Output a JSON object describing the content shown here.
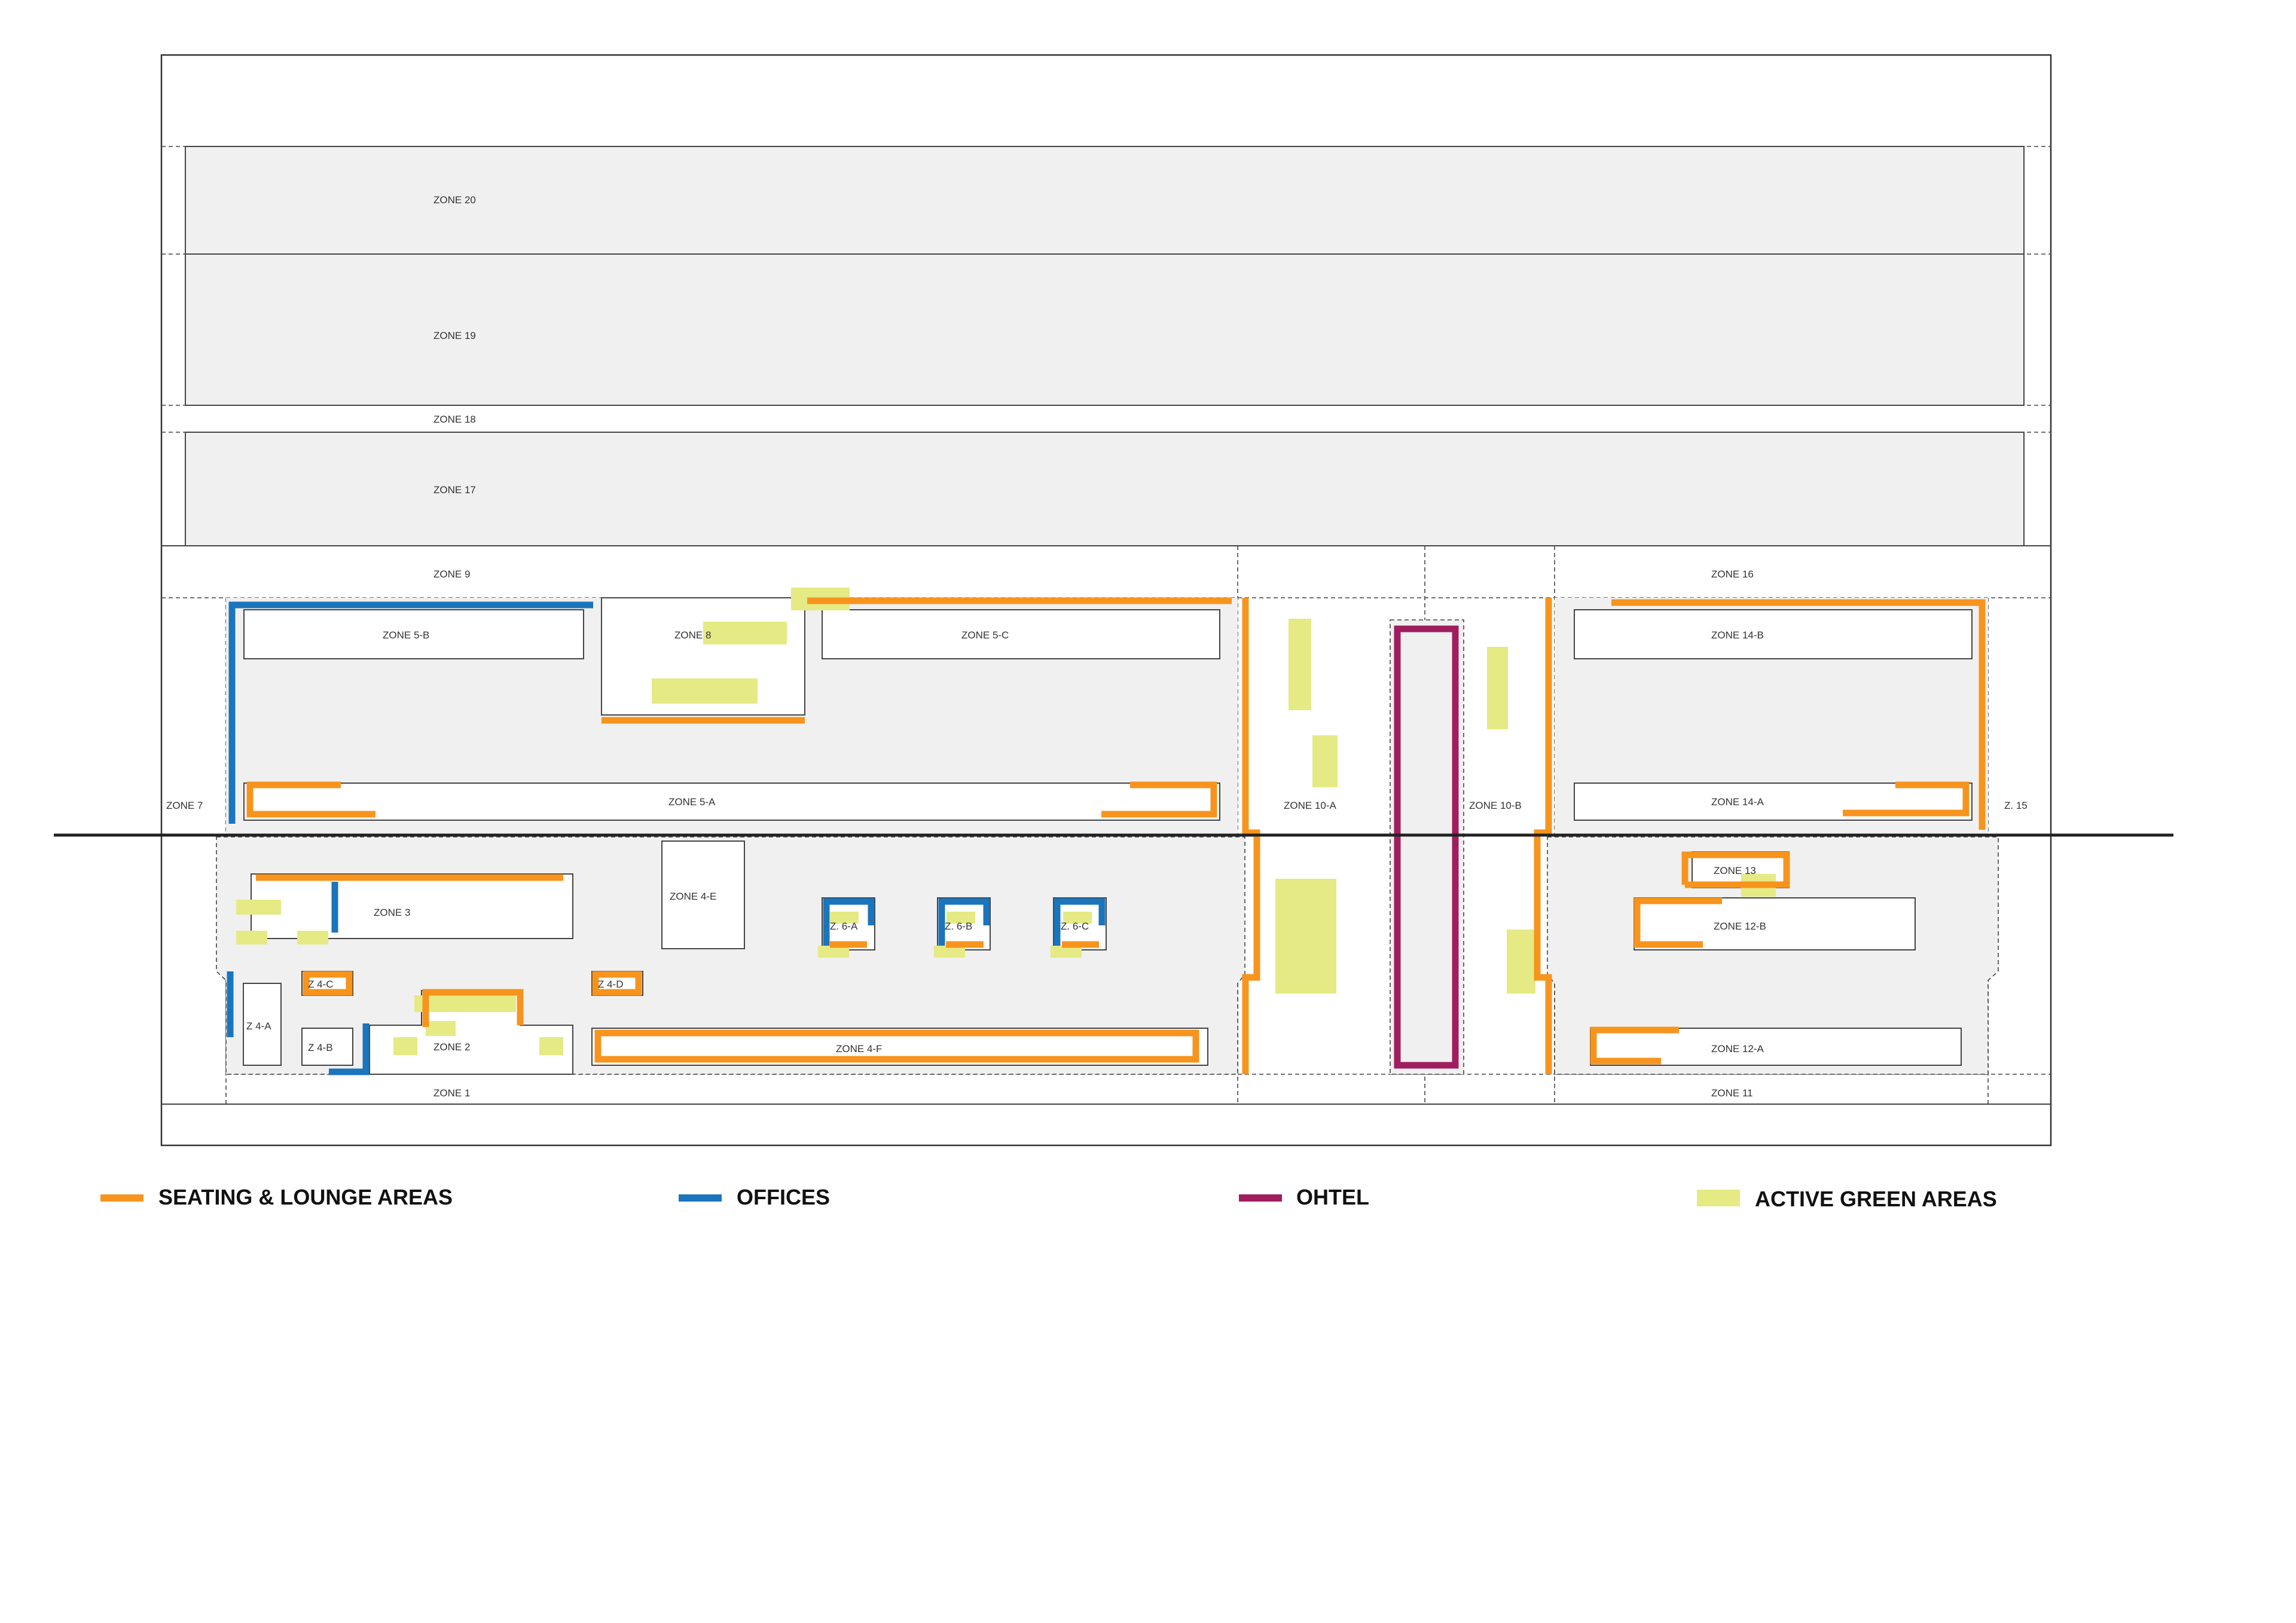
{
  "colors": {
    "seating": "#f7941d",
    "offices": "#1b75bc",
    "ohtel": "#a01d5e",
    "green": "#e5ea84"
  },
  "zones": {
    "z20": "ZONE 20",
    "z19": "ZONE 19",
    "z18": "ZONE 18",
    "z17": "ZONE 17",
    "z9": "ZONE 9",
    "z16": "ZONE 16",
    "z5b": "ZONE 5-B",
    "z8": "ZONE 8",
    "z5c": "ZONE 5-C",
    "z14b": "ZONE 14-B",
    "z7": "ZONE 7",
    "z5a": "ZONE 5-A",
    "z10a": "ZONE 10-A",
    "z10b": "ZONE 10-B",
    "z14a": "ZONE 14-A",
    "z15": "Z. 15",
    "z13": "ZONE 13",
    "z3": "ZONE 3",
    "z4e": "ZONE 4-E",
    "z6a": "Z. 6-A",
    "z6b": "Z. 6-B",
    "z6c": "Z. 6-C",
    "z12b": "ZONE 12-B",
    "z4c": "Z 4-C",
    "z4d": "Z 4-D",
    "z4a": "Z 4-A",
    "z4b": "Z 4-B",
    "z2": "ZONE 2",
    "z4f": "ZONE 4-F",
    "z12a": "ZONE 12-A",
    "z1": "ZONE 1",
    "z11": "ZONE 11"
  },
  "legend": {
    "seating": "SEATING & LOUNGE AREAS",
    "offices": "OFFICES",
    "ohtel": "OHTEL",
    "green": "ACTIVE GREEN AREAS"
  }
}
